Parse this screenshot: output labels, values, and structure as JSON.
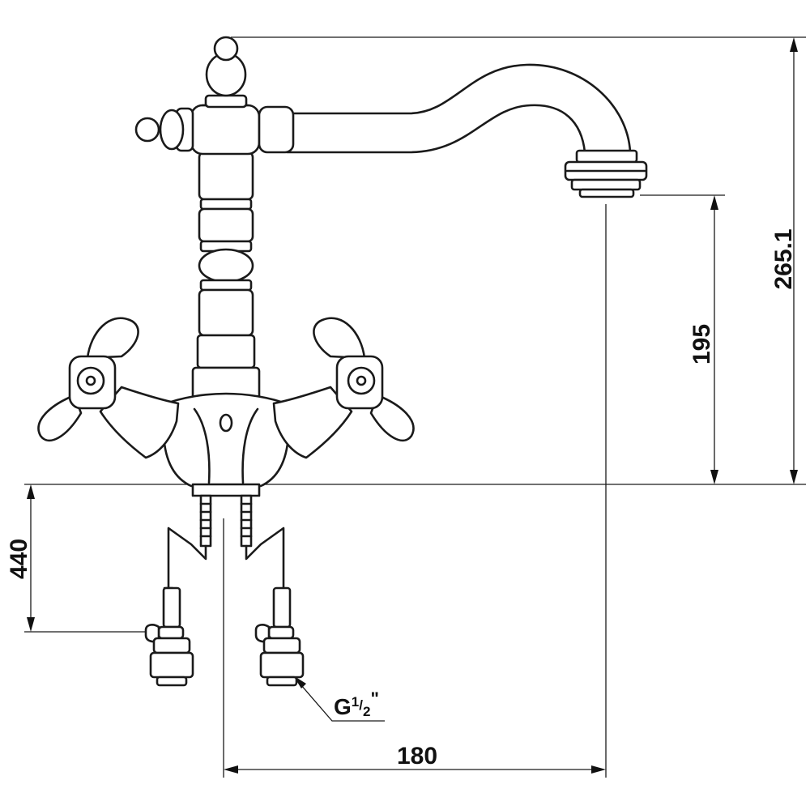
{
  "dimensions": {
    "total_height": "265.1",
    "spout_height": "195",
    "hose_length": "440",
    "spout_reach": "180"
  },
  "connection": {
    "main": "G",
    "fraction_numerator": "1",
    "fraction_denominator": "2",
    "suffix": "\""
  }
}
